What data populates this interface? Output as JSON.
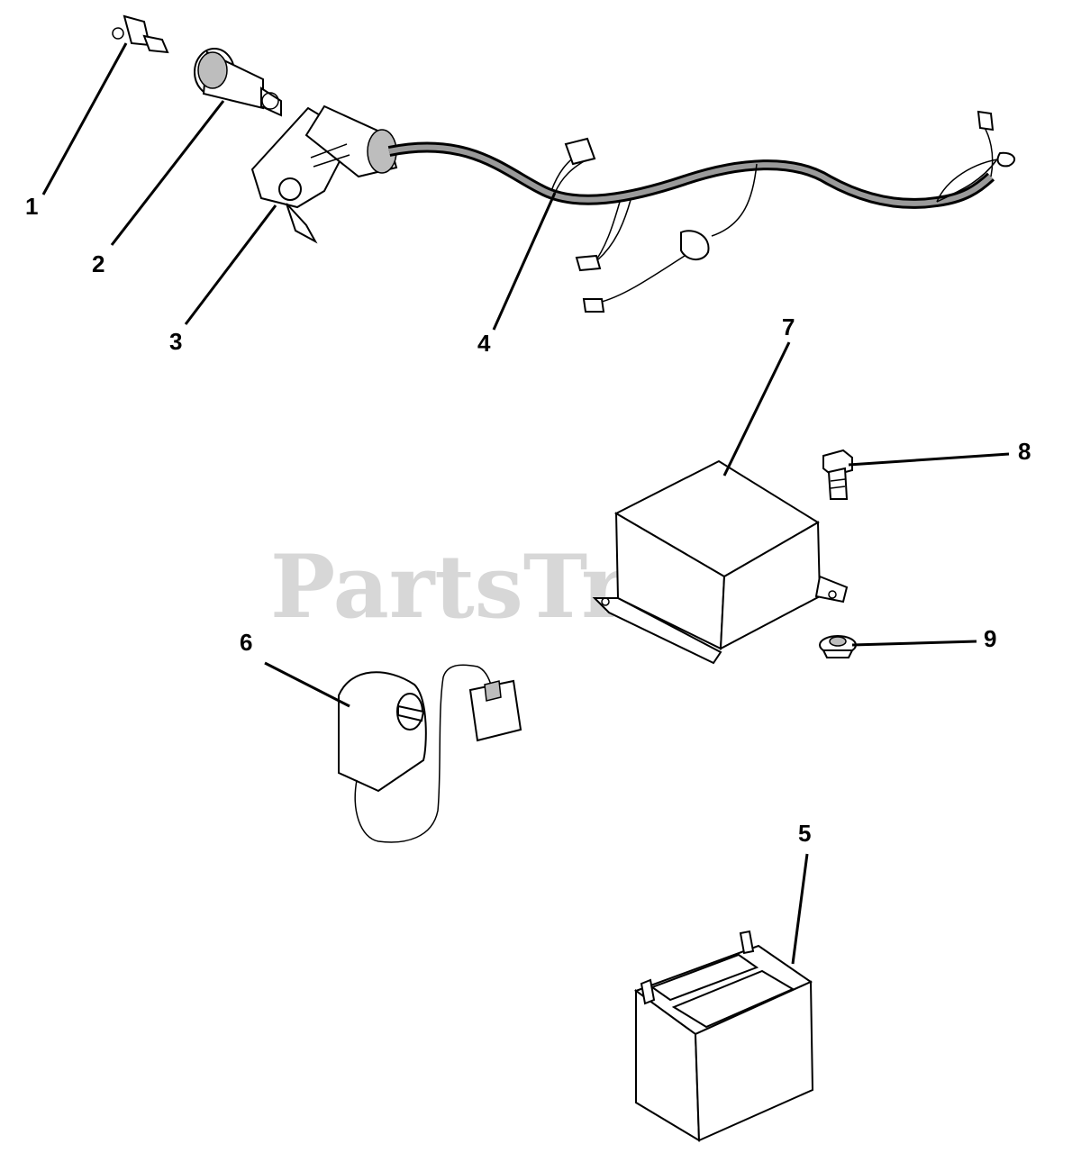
{
  "watermark": "PartsTree",
  "callouts": [
    {
      "id": "1",
      "label": "1"
    },
    {
      "id": "2",
      "label": "2"
    },
    {
      "id": "3",
      "label": "3"
    },
    {
      "id": "4",
      "label": "4"
    },
    {
      "id": "5",
      "label": "5"
    },
    {
      "id": "6",
      "label": "6"
    },
    {
      "id": "7",
      "label": "7"
    },
    {
      "id": "8",
      "label": "8"
    },
    {
      "id": "9",
      "label": "9"
    }
  ],
  "parts": [
    {
      "ref": "1",
      "icon": "key-icon"
    },
    {
      "ref": "2",
      "icon": "ignition-switch-icon"
    },
    {
      "ref": "3",
      "icon": "switch-housing-icon"
    },
    {
      "ref": "4",
      "icon": "wire-harness-icon"
    },
    {
      "ref": "5",
      "icon": "battery-icon"
    },
    {
      "ref": "6",
      "icon": "solenoid-icon"
    },
    {
      "ref": "7",
      "icon": "battery-cover-icon"
    },
    {
      "ref": "8",
      "icon": "bolt-icon"
    },
    {
      "ref": "9",
      "icon": "grommet-icon"
    }
  ]
}
